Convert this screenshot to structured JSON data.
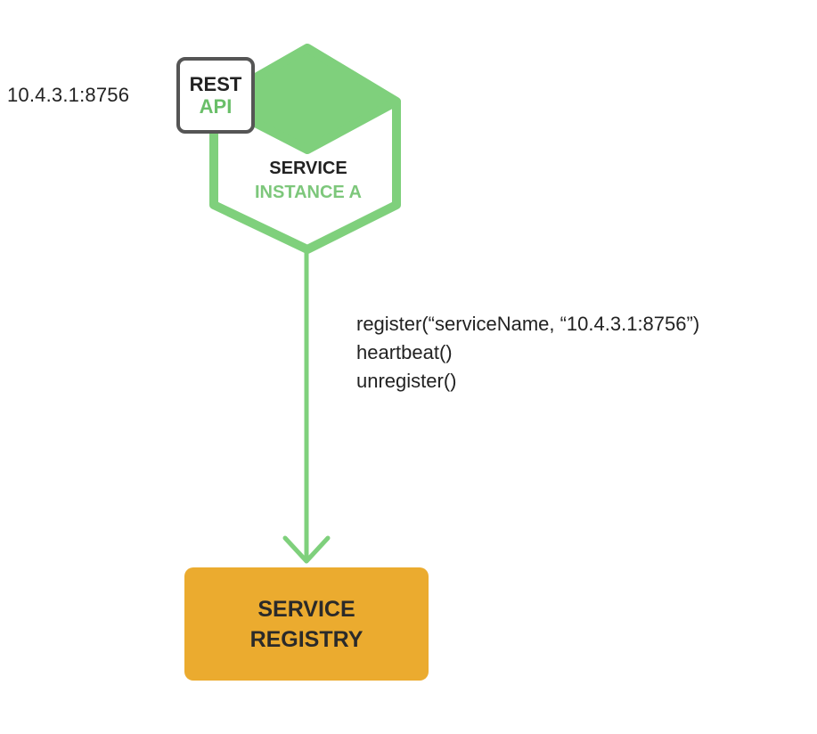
{
  "service_instance": {
    "ip_address": "10.4.3.1:8756",
    "api_badge": {
      "line1": "REST",
      "line2": "API"
    },
    "label_line1": "SERVICE",
    "label_line2": "INSTANCE A"
  },
  "connection": {
    "calls": [
      "register(“serviceName, “10.4.3.1:8756”)",
      "heartbeat()",
      "unregister()"
    ]
  },
  "registry": {
    "label_line1": "SERVICE",
    "label_line2": "REGISTRY"
  },
  "colors": {
    "instance_green": "#6abf69",
    "hexagon_fill": "#7fd07c",
    "registry_orange": "#ebab2f",
    "badge_border": "#555555"
  }
}
